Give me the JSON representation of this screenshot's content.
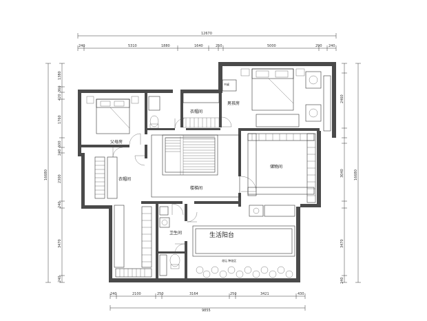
{
  "dimensions": {
    "overall_top": "12670",
    "top": [
      "240",
      "5310",
      "1880",
      "1640",
      "250",
      "5000",
      "290",
      "240"
    ],
    "overall_bottom": "9855",
    "bottom": [
      "240",
      "2100",
      "250",
      "3164",
      "250",
      "3421",
      "430"
    ],
    "overall_left": "16680",
    "left": [
      "1380",
      "360",
      "420",
      "1760",
      "600",
      "240",
      "2300",
      "240",
      "3470",
      "240"
    ],
    "overall_right": "16680",
    "right": [
      "2460",
      "3040",
      "3470",
      "240"
    ]
  },
  "rooms": {
    "parents_room": "父母房",
    "closet_left": "衣帽间",
    "closet_top": "衣帽间",
    "boys_room": "男孩房",
    "storage": "储物间",
    "stairwell": "楼梯间",
    "bathroom": "卫生间",
    "balcony": "生活阳台",
    "desk_label": "书桌",
    "balcony_note": "花坛 种花区"
  }
}
